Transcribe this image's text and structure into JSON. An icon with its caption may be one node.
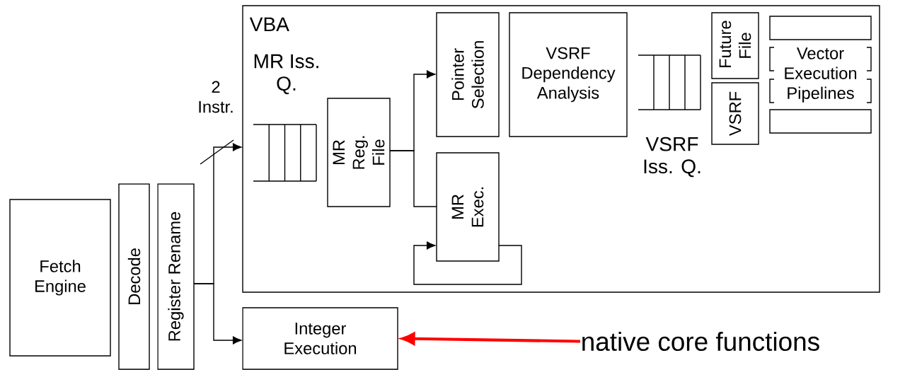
{
  "diagram": {
    "nodes": [
      {
        "text": [
          "Fetch Engine"
        ]
      },
      {
        "text": [
          "Decode"
        ]
      },
      {
        "text": [
          "Register Rename"
        ]
      },
      {
        "text": [
          "VBA"
        ]
      },
      {
        "text": [
          "MR Iss. Q."
        ],
        "in": 3
      },
      {
        "text": [
          "MR Reg. File"
        ],
        "in": 3
      },
      {
        "text": [
          "Pointer Selection"
        ],
        "in": 3
      },
      {
        "text": [
          "VSRF Dependency Analysis"
        ],
        "in": 3
      },
      {
        "text": [
          "VSRF Iss. Q."
        ],
        "in": 3
      },
      {
        "text": [
          "Future File"
        ],
        "in": 3
      },
      {
        "text": [
          "VSRF"
        ],
        "in": 3
      },
      {
        "text": [],
        "shape": "box",
        "in": 3
      },
      {
        "text": [
          "Vector Execution Pipelines"
        ],
        "in": 3
      },
      {
        "text": [],
        "shape": "box",
        "in": 3
      },
      {
        "text": [
          "MR Exec."
        ],
        "in": 3
      },
      {
        "text": [
          "Integer Execution"
        ]
      },
      {
        "text": [
          "native core functions"
        ]
      }
    ],
    "edges": [
      {
        "from": 2,
        "to": 3,
        "arrow": "to"
      },
      {
        "from": 2,
        "to": 15,
        "arrow": "to"
      },
      {
        "from": 5,
        "to": 6,
        "arrow": "to"
      },
      {
        "from": 5,
        "to": 14,
        "arrow": "none"
      },
      {
        "from": 14,
        "to": 14,
        "arrow": "to"
      },
      {
        "from": 16,
        "to": 15,
        "arrow": "to",
        "style": "thick",
        "color": "#ff0000"
      }
    ],
    "labels": [
      "2 Instr."
    ]
  }
}
